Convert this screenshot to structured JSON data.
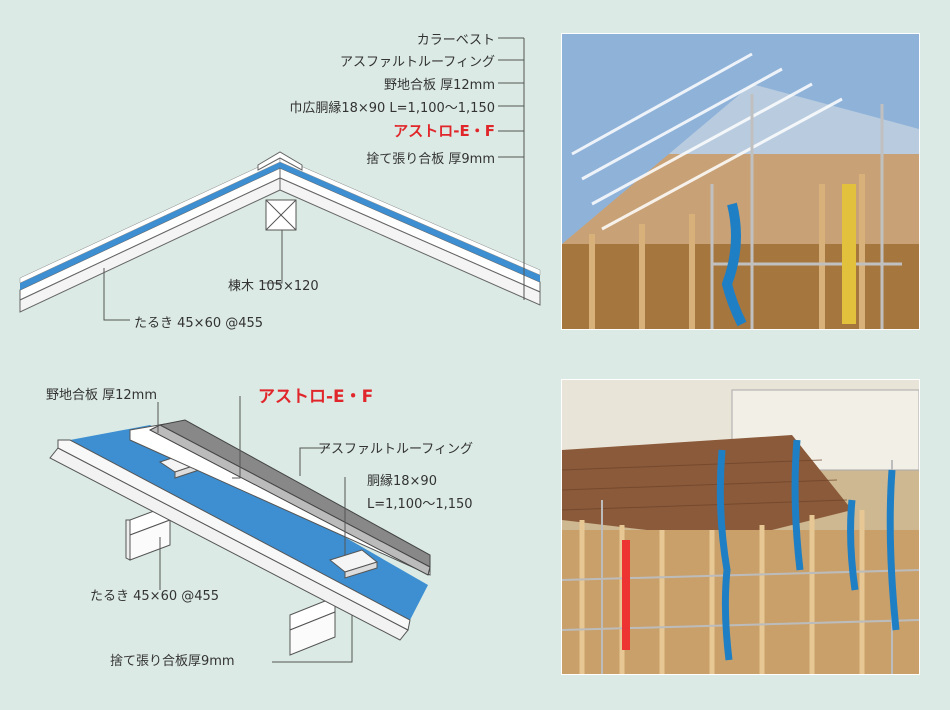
{
  "top_diagram": {
    "labels": {
      "colorbest": "カラーベスト",
      "asphalt": "アスファルトルーフィング",
      "nojigoita": "野地合板 厚12mm",
      "dobuchi": "巾広胴縁18×90 L=1,100～1,150",
      "astro": "アストロ-E・F",
      "sutebari": "捨て張り合板 厚9mm",
      "munagi": "棟木 105×120",
      "taruki": "たるき 45×60 @455"
    }
  },
  "bottom_diagram": {
    "labels": {
      "nojigoita": "野地合板 厚12mm",
      "astro": "アストロ-E・F",
      "asphalt": "アスファルトルーフィング",
      "dobuchi_1": "胴縁18×90",
      "dobuchi_2": "L=1,100～1,150",
      "taruki": "たるき 45×60 @455",
      "sutebari": "捨て張り合板厚9mm"
    }
  },
  "colors": {
    "background": "#dbeae4",
    "insulation_blue": "#3d8fd1",
    "accent_red": "#e1262b",
    "line": "#555555"
  }
}
